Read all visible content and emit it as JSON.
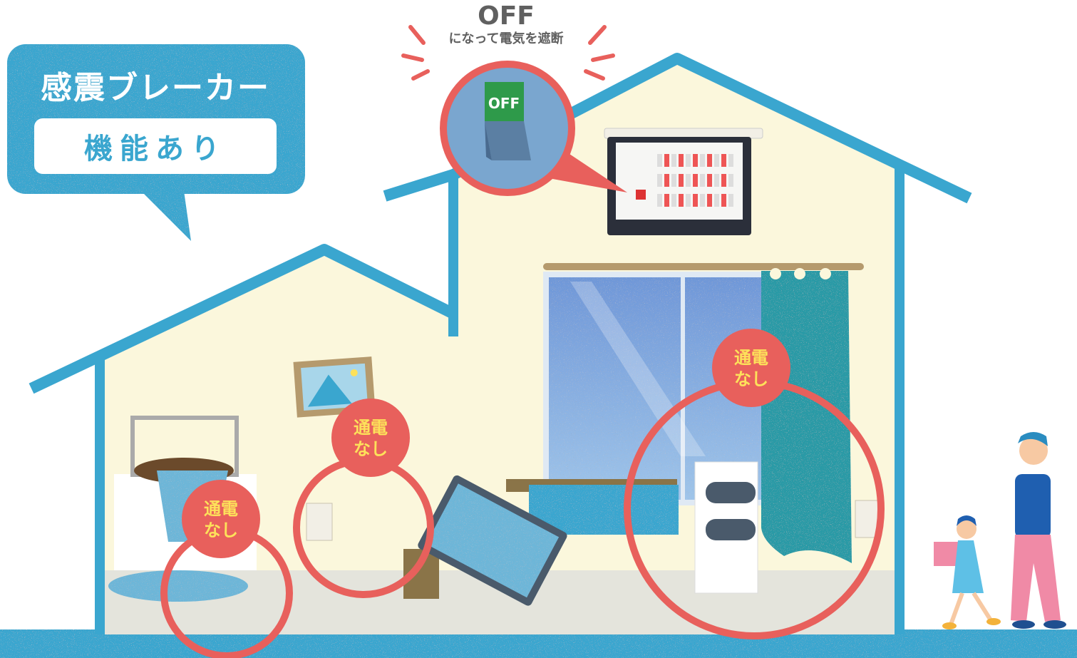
{
  "callout": {
    "title": "感震ブレーカー",
    "subtitle": "機能あり"
  },
  "breaker_switch": {
    "state_big": "OFF",
    "state_caption": "になって電気を遮断",
    "switch_label": "OFF"
  },
  "no_power_badges": [
    {
      "line1": "通電",
      "line2": "なし"
    },
    {
      "line1": "通電",
      "line2": "なし"
    },
    {
      "line1": "通電",
      "line2": "なし"
    }
  ],
  "colors": {
    "accent_blue": "#3aa6cf",
    "wall_cream": "#fbf7dc",
    "floor_gray": "#e4e4dc",
    "badge_red": "#e8605c",
    "badge_text_yellow": "#fde15a",
    "switch_green": "#2e9a4a"
  }
}
